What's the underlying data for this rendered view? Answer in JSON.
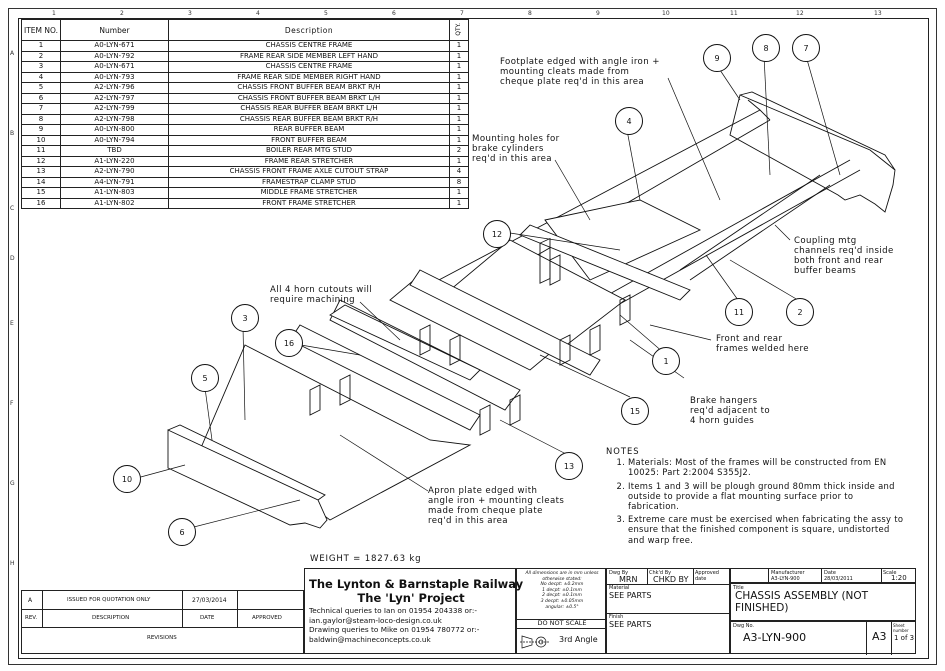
{
  "zones_top": [
    "1",
    "2",
    "3",
    "4",
    "5",
    "6",
    "7",
    "8",
    "9",
    "10",
    "11",
    "12",
    "13"
  ],
  "zones_side": [
    "A",
    "B",
    "C",
    "D",
    "E",
    "F",
    "G",
    "H"
  ],
  "bom": {
    "headers": {
      "item": "ITEM NO.",
      "number": "Number",
      "description": "Description",
      "qty": "QTY."
    },
    "rows": [
      {
        "item": "1",
        "number": "A0-LYN-671",
        "desc": "CHASSIS CENTRE FRAME",
        "qty": "1"
      },
      {
        "item": "2",
        "number": "A0-LYN-792",
        "desc": "FRAME REAR SIDE MEMBER LEFT HAND",
        "qty": "1"
      },
      {
        "item": "3",
        "number": "A0-LYN-671",
        "desc": "CHASSIS CENTRE FRAME",
        "qty": "1"
      },
      {
        "item": "4",
        "number": "A0-LYN-793",
        "desc": "FRAME REAR SIDE MEMBER RIGHT HAND",
        "qty": "1"
      },
      {
        "item": "5",
        "number": "A2-LYN-796",
        "desc": "CHASSIS FRONT BUFFER BEAM BRKT R/H",
        "qty": "1"
      },
      {
        "item": "6",
        "number": "A2-LYN-797",
        "desc": "CHASSIS FRONT BUFFER BEAM BRKT L/H",
        "qty": "1"
      },
      {
        "item": "7",
        "number": "A2-LYN-799",
        "desc": "CHASSIS REAR BUFFER BEAM BRKT L/H",
        "qty": "1"
      },
      {
        "item": "8",
        "number": "A2-LYN-798",
        "desc": "CHASSIS REAR BUFFER BEAM BRKT R/H",
        "qty": "1"
      },
      {
        "item": "9",
        "number": "A0-LYN-800",
        "desc": "REAR BUFFER BEAM",
        "qty": "1"
      },
      {
        "item": "10",
        "number": "A0-LYN-794",
        "desc": "FRONT BUFFER BEAM",
        "qty": "1"
      },
      {
        "item": "11",
        "number": "TBD",
        "desc": "BOILER REAR MTG STUD",
        "qty": "2"
      },
      {
        "item": "12",
        "number": "A1-LYN-220",
        "desc": "FRAME REAR STRETCHER",
        "qty": "1"
      },
      {
        "item": "13",
        "number": "A2-LYN-790",
        "desc": "CHASSIS FRONT FRAME AXLE CUTOUT STRAP",
        "qty": "4"
      },
      {
        "item": "14",
        "number": "A4-LYN-791",
        "desc": "FRAMESTRAP CLAMP STUD",
        "qty": "8"
      },
      {
        "item": "15",
        "number": "A1-LYN-803",
        "desc": "MIDDLE FRAME STRETCHER",
        "qty": "1"
      },
      {
        "item": "16",
        "number": "A1-LYN-802",
        "desc": "FRONT FRAME STRETCHER",
        "qty": "1"
      }
    ]
  },
  "annotations": {
    "footplate": "Footplate edged with angle iron +\nmounting cleats made from\ncheque plate req'd in this area",
    "mounting_holes": "Mounting holes for\nbrake cylinders\nreq'd in this area",
    "horn_cutouts": "All 4 horn cutouts will\nrequire machining",
    "coupling": "Coupling mtg\nchannels req'd inside\nboth front and rear\nbuffer beams",
    "welded": "Front and rear\nframes welded here",
    "brake_hangers": "Brake hangers\nreq'd adjacent to\n4 horn guides",
    "apron": "Apron plate edged with\nangle iron + mounting cleats\nmade from cheque plate\nreq'd in this area"
  },
  "callouts": [
    "9",
    "8",
    "7",
    "4",
    "12",
    "11",
    "2",
    "3",
    "16",
    "1",
    "5",
    "15",
    "13",
    "10",
    "6"
  ],
  "notes": {
    "title": "NOTES",
    "items": [
      "Materials: Most of the frames will be constructed from EN 10025: Part 2:2004 S355J2.",
      "Items 1 and 3 will be plough ground 80mm thick inside and outside to provide a flat mounting surface prior to fabrication.",
      "Extreme care must be exercised when fabricating the assy to ensure that the finished component is square, undistorted and warp free."
    ]
  },
  "weight": "WEIGHT = 1827.63 kg",
  "revision": {
    "row_a": {
      "rev": "A",
      "desc": "ISSUED FOR QUOTATION ONLY",
      "date": "27/03/2014",
      "approved": ""
    },
    "headers": {
      "rev": "REV.",
      "desc": "DESCRIPTION",
      "date": "DATE",
      "approved": "APPROVED"
    },
    "footer": "REVISIONS"
  },
  "company": {
    "name": "The Lynton & Barnstaple Railway",
    "project": "The 'Lyn' Project",
    "tech_line1": "Technical queries to Ian on 01954 204338 or:-",
    "tech_line2": "ian.gaylor@steam-loco-design.co.uk",
    "draw_line1": "Drawing queries to Mike on 01954 780772 or:-",
    "draw_line2": "baldwin@machineconcepts.co.uk"
  },
  "tolerances": {
    "head": "All dimensions are in mm unless otherwise stated:",
    "lines": [
      "No decpt: ±0.2mm",
      "1 decpt: ±0.1mm",
      "2 decpt: ±0.1mm",
      "3 decpt: ±0.05mm",
      "angular: ±0.5°"
    ],
    "scale": "DO NOT SCALE",
    "angle": "3rd Angle"
  },
  "signoff": {
    "dwg_by_label": "Dwg By",
    "chkd_by_label": "Chk'd By",
    "approved_label": "Approved date",
    "mfr_label": "Manufacturer",
    "date_label": "Date",
    "scale_label": "Scale",
    "dwg_by": "MRN",
    "chkd_by": "CHKD BY",
    "mfr": "A3-LYN-900",
    "date": "28/03/2011",
    "scale": "1:20",
    "material_label": "Material",
    "material": "SEE PARTS",
    "finish_label": "Finish",
    "finish": "SEE PARTS"
  },
  "title_block": {
    "title_label": "Title",
    "title": "CHASSIS ASSEMBLY (NOT FINISHED)",
    "dwg_no_label": "Dwg No.",
    "dwg_no": "A3-LYN-900",
    "size": "A3",
    "sheet_label": "Sheet number",
    "sheet": "1 of 3"
  }
}
